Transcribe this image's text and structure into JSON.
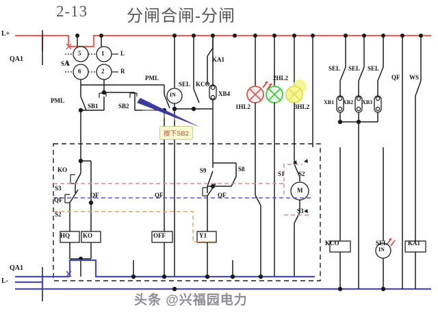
{
  "title": {
    "number": "2-13",
    "text": "分闸合闸-分闸"
  },
  "colors": {
    "positive_bus": "#e8645f",
    "negative_bus": "#4a4ab8",
    "wire": "#1a1a1a",
    "lamp_red": "#d9534f",
    "lamp_green": "#3ec43e",
    "lamp_yellow": "#e8e84a",
    "highlight_red_dash": "#d98a8a",
    "highlight_blue_dash": "#5555cc",
    "highlight_orange_dash": "#e8a45a",
    "tooltip_bg": "#fbfbd0",
    "tooltip_text": "#b5403a"
  },
  "buses": {
    "positive_label": "L+",
    "negative_label": "L-",
    "breaker_top": "QA1",
    "breaker_bottom": "QA1"
  },
  "rotary_switch": {
    "name": "SA",
    "contacts": [
      "5",
      "1",
      "6",
      "2"
    ],
    "position_left": "L",
    "position_right": "R"
  },
  "top_row_labels": {
    "pml_left": "PML",
    "pml_right": "PML",
    "sb1": "SB1",
    "sb2": "SB2",
    "sel_in": "SEL",
    "in_lamp": "IN",
    "kco": "KCO",
    "xb4": "XB4",
    "ka1": "KA1",
    "sel1": "SEL",
    "sel2": "SEL",
    "sel3": "SEL",
    "xb1": "XB1",
    "xb2": "XB2",
    "xb3": "XB3",
    "qf": "QF",
    "ws": "WS"
  },
  "lamps": [
    {
      "tag": "1HL2",
      "color": "red",
      "flashing": true
    },
    {
      "tag": "2HL2",
      "color": "green",
      "flashing": false
    },
    {
      "tag": "3HL2",
      "color": "yellow",
      "flashing": false
    }
  ],
  "tooltip": {
    "text": "按下SB2"
  },
  "inner_panel": {
    "contacts": [
      "KO",
      "S3",
      "QF",
      "S2",
      "QF",
      "S9",
      "S8",
      "QF",
      "QF",
      "S1",
      "S2",
      "S3"
    ],
    "coil_hq": "HQ",
    "coil_ko": "KO",
    "coil_off": "OFF",
    "coil_y1": "Y1",
    "motor": "M"
  },
  "bottom_coils": {
    "kco": "KCO",
    "sel": "SEL",
    "in": "IN",
    "ka1": "KA1"
  },
  "watermark": "头条 @兴福园电力"
}
